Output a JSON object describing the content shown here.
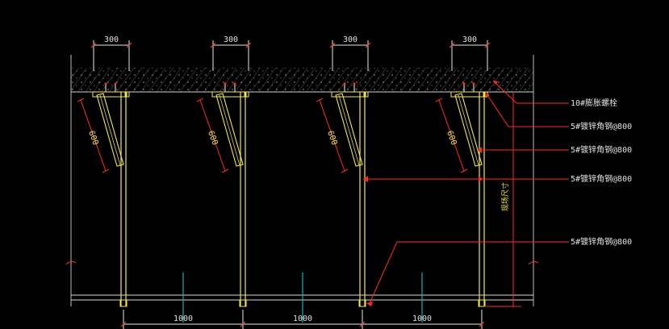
{
  "colors": {
    "background": "#000000",
    "dimension": "#e8e8e8",
    "dim_tick": "#ff3030",
    "steel": "#f5e84a",
    "leader": "#ff2a2a",
    "label": "#e0e0e0",
    "slab": "#9a9a9a",
    "anchor": "#ff3030",
    "rebar": "#2aa8b0"
  },
  "top_dimensions": [
    "300",
    "300",
    "300",
    "300"
  ],
  "bottom_dimensions": [
    "1000",
    "1000",
    "1000"
  ],
  "brace_labels": [
    "600",
    "600",
    "600",
    "600"
  ],
  "callouts": [
    "10#膨胀螺栓",
    "5#镀锌角钢@800",
    "5#镀锌角钢@800",
    "5#镀锌角钢@800",
    "5#镀锌角钢@800"
  ],
  "height_label": "现场尺寸"
}
